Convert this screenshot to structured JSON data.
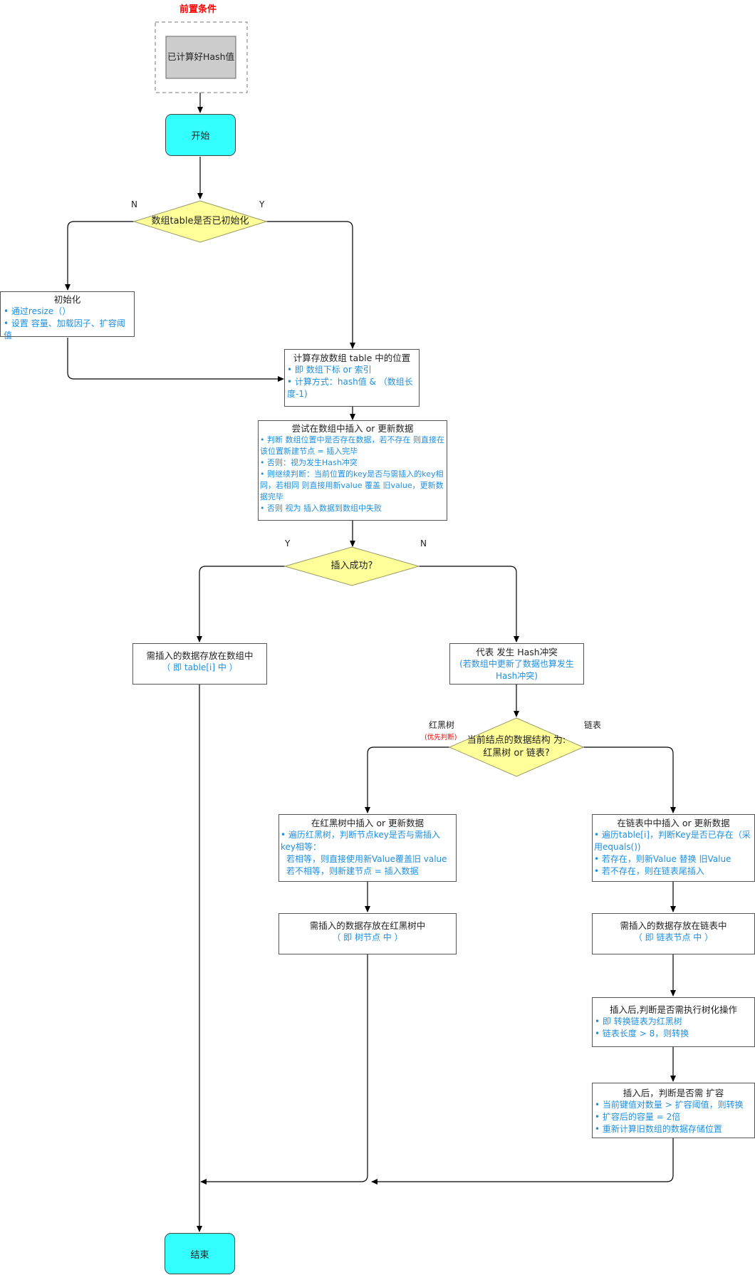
{
  "precondition": {
    "title": "前置条件",
    "box": "已计算好Hash值"
  },
  "start": "开始",
  "end": "结束",
  "decision_init": {
    "text": "数组table是否已初始化",
    "no": "N",
    "yes": "Y"
  },
  "init_box": {
    "title": "初始化",
    "bullets": [
      "• 通过resize（）",
      "• 设置 容量、加载因子、扩容阈值"
    ]
  },
  "calc_box": {
    "title": "计算存放数组 table 中的位置",
    "bullets": [
      "• 即 数组下标 or 索引",
      "• 计算方式：hash值 & （数组长度-1)"
    ]
  },
  "try_box": {
    "title": "尝试在数组中插入 or 更新数据",
    "bullets": [
      "• 判断 数组位置中是否存在数据，若不存在 则直接在该位置新建节点 =  插入完毕",
      "• 否则：视为发生Hash冲突",
      "• 则继续判断：当前位置的key是否与需插入的key相同，若相同 则直接用新value 覆盖 旧value，更新数据完毕",
      "• 否则 视为 插入数据到数组中失败"
    ]
  },
  "decision_success": {
    "text": "插入成功?",
    "yes": "Y",
    "no": "N"
  },
  "store_array": {
    "title": "需插入的数据存放在数组中",
    "sub": "（ 即 table[i] 中 ）"
  },
  "collision": {
    "title": "代表 发生 Hash冲突",
    "sub": "(若数组中更新了数据也算发生Hash冲突)"
  },
  "decision_struct": {
    "text_line1": "当前结点的数据结构 为:",
    "text_line2": "红黑树 or 链表?",
    "left": "红黑树",
    "left_note": "(优先判断)",
    "right": "链表"
  },
  "rbtree_insert": {
    "title": "在红黑树中插入 or 更新数据",
    "bullet": "• 遍历红黑树，判断节点key是否与需插入key相等：",
    "notes": [
      "若相等，则直接使用新Value覆盖旧 value",
      "若不相等，则新建节点 = 插入数据"
    ]
  },
  "list_insert": {
    "title": "在链表中中插入 or 更新数据",
    "bullets": [
      "• 遍历table[i]，判断Key是否已存在（采用equals())",
      "• 若存在，则新Value 替换 旧Value",
      "• 若不存在，则在链表尾插入"
    ]
  },
  "store_tree": {
    "title": "需插入的数据存放在红黑树中",
    "sub": "（ 即 树节点 中 ）"
  },
  "store_list": {
    "title": "需插入的数据存放在链表中",
    "sub": "（ 即 链表节点 中 ）"
  },
  "treeify": {
    "title": "插入后,判断是否需执行树化操作",
    "bullets": [
      "• 即 转换链表为红黑树",
      "• 链表长度 > 8，则转换"
    ]
  },
  "resize": {
    "title": "插入后，判断是否需 扩容",
    "bullets": [
      "• 当前键值对数量 > 扩容阈值，则转换",
      "• 扩容后的容量 = 2倍",
      "• 重新计算旧数组的数据存储位置"
    ]
  },
  "colors": {
    "accent_red": "#ff0000",
    "decision_fill": "#ffff99",
    "terminal_fill": "#33ffff",
    "bullet_blue": "#1f8fe0",
    "pre_fill": "#cccccc"
  }
}
